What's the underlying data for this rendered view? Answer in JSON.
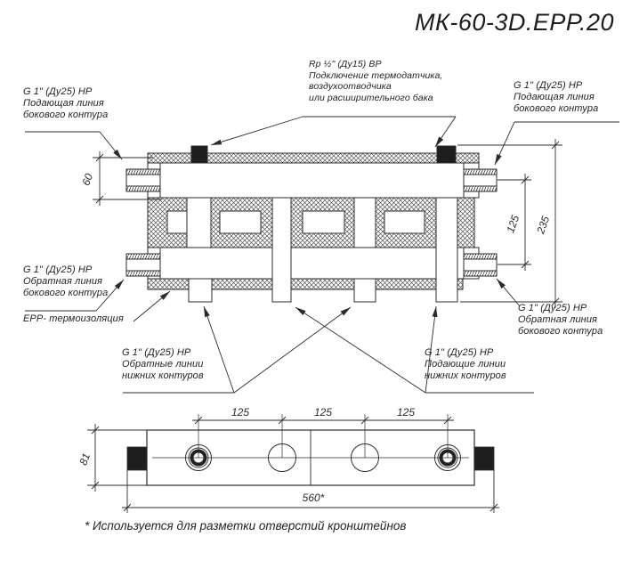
{
  "title": "МК-60-3D.EPP.20",
  "callouts": {
    "thermo": {
      "line1": "Rp ½\" (Ду15) ВР",
      "line2": "Подключение термодатчика,",
      "line3": "воздухоотводчика",
      "line4": "или расширительного бака"
    },
    "top_left": {
      "line1": "G 1\" (Ду25) НР",
      "line2": "Подающая линия",
      "line3": "бокового контура"
    },
    "top_right": {
      "line1": "G 1\" (Ду25) НР",
      "line2": "Подающая линия",
      "line3": "бокового контура"
    },
    "mid_left": {
      "line1": "G 1\" (Ду25) НР",
      "line2": "Обратная линия",
      "line3": "бокового контура"
    },
    "mid_right": {
      "line1": "G 1\" (Ду25) НР",
      "line2": "Обратная линия",
      "line3": "бокового контура"
    },
    "insulation": "EPP- термоизоляция",
    "bottom_left": {
      "line1": "G 1\" (Ду25) НР",
      "line2": "Обратные линии",
      "line3": "нижних контуров"
    },
    "bottom_right": {
      "line1": "G 1\" (Ду25) НР",
      "line2": "Подающие линии",
      "line3": "нижних контуров"
    }
  },
  "dimensions": {
    "collector_height": "60",
    "side_port_spacing": "125",
    "overall_height": "235",
    "port_spacing_1": "125",
    "port_spacing_2": "125",
    "port_spacing_3": "125",
    "body_width": "81",
    "bracket_length": "560*"
  },
  "footnote": "* Используется для разметки отверстий кронштейнов",
  "colors": {
    "line": "#2b2b2b",
    "background": "#ffffff"
  }
}
